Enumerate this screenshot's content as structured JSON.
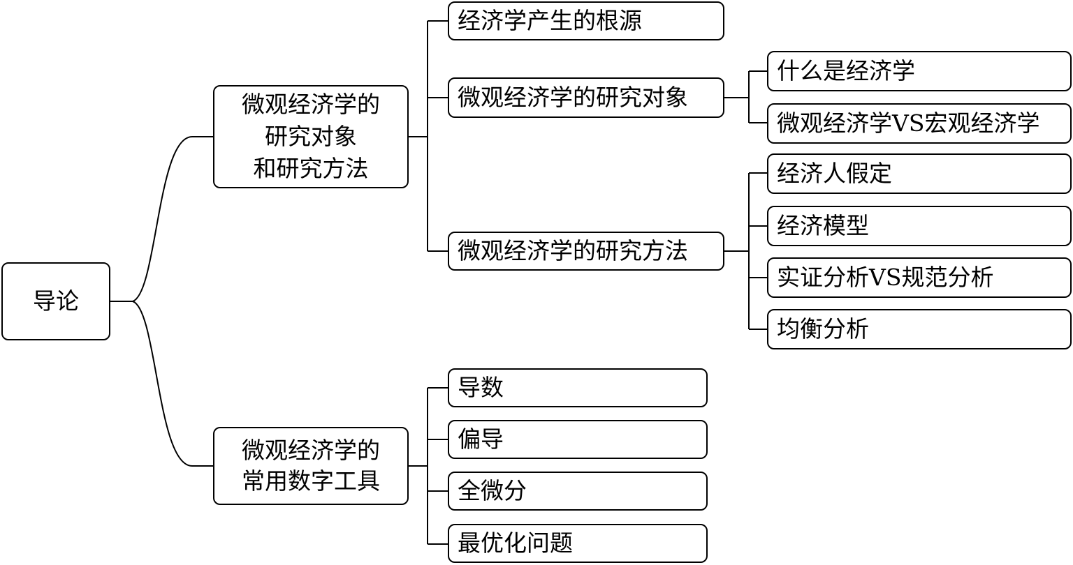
{
  "root": {
    "label": "导论"
  },
  "branches": [
    {
      "label": "微观经济学的\n研究对象\n和研究方法",
      "children": [
        {
          "label": "经济学产生的根源"
        },
        {
          "label": "微观经济学的研究对象",
          "children": [
            {
              "label": "什么是经济学"
            },
            {
              "label": "微观经济学VS宏观经济学"
            }
          ]
        },
        {
          "label": "微观经济学的研究方法",
          "children": [
            {
              "label": "经济人假定"
            },
            {
              "label": "经济模型"
            },
            {
              "label": "实证分析VS规范分析"
            },
            {
              "label": "均衡分析"
            }
          ]
        }
      ]
    },
    {
      "label": "微观经济学的\n常用数字工具",
      "children": [
        {
          "label": "导数"
        },
        {
          "label": "偏导"
        },
        {
          "label": "全微分"
        },
        {
          "label": "最优化问题"
        }
      ]
    }
  ]
}
